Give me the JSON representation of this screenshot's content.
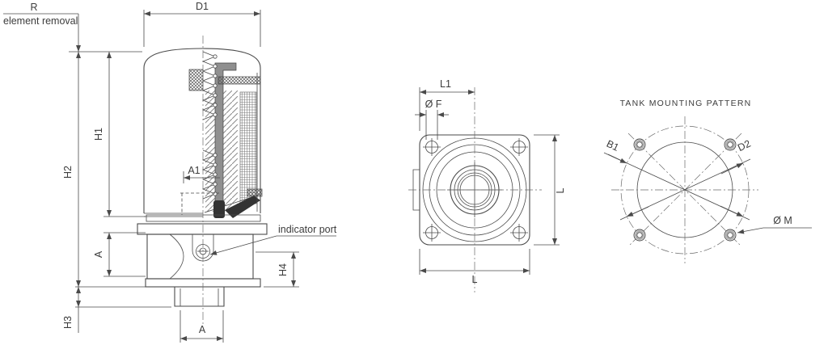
{
  "drawing": {
    "section": {
      "labels": {
        "r": "R",
        "element_removal": "element removal",
        "d1": "D1",
        "h1": "H1",
        "h2": "H2",
        "a1": "A1",
        "a_side": "A",
        "h4": "H4",
        "h3": "H3",
        "a_bottom": "A",
        "indicator_port": "indicator port"
      }
    },
    "flange": {
      "labels": {
        "l1": "L1",
        "f": "Ø F",
        "l_right": "L",
        "l_bottom": "L"
      }
    },
    "pattern": {
      "title": "TANK MOUNTING PATTERN",
      "labels": {
        "b1": "B1",
        "d2": "D2",
        "m": "Ø M"
      }
    },
    "colors": {
      "line": "#4a4a4a",
      "text": "#3c3c3c",
      "background": "#ffffff",
      "seal_fill": "#333333",
      "bracket_fill": "#8f8f8f",
      "hole_ring": "#b0b0b0"
    }
  }
}
